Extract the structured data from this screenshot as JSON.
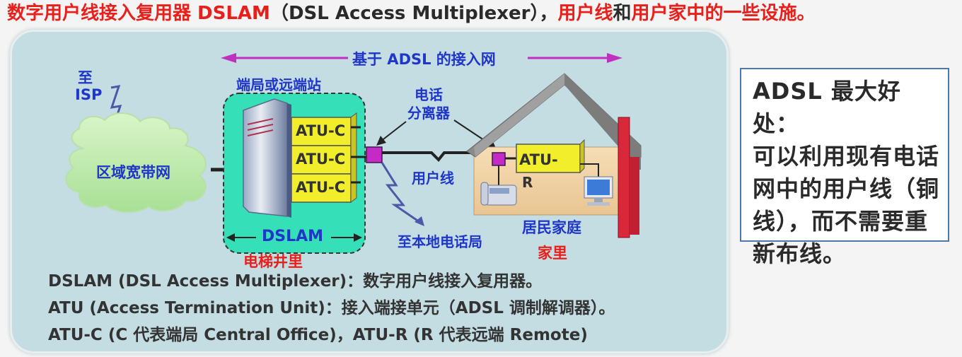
{
  "title": {
    "part1": "数字用户线接入复用器 DSLAM",
    "part2": "（DSL Access Multiplexer），",
    "part3": "用户线",
    "part4": "和",
    "part5": "用户家中的一些设施。"
  },
  "diagram": {
    "arrow_label": "基于 ADSL 的接入网",
    "isp_line1": "至",
    "isp_line2": "ISP",
    "cloud_label": "区域宽带网",
    "office_label": "端局或远端站",
    "atu_c_labels": [
      "ATU-C",
      "ATU-C",
      "ATU-C"
    ],
    "dslam_label": "DSLAM",
    "splitter_label_line1": "电话",
    "splitter_label_line2": "分离器",
    "user_line_label": "用户线",
    "local_office_label": "至本地电话局",
    "atu_r_line1": "ATU-",
    "atu_r_line2": "R",
    "home_label": "居民家庭",
    "annotation_elevator": "电梯井里",
    "annotation_home": "家里",
    "colors": {
      "arrow": "#c030c0",
      "atu_box": "#f2ee2c",
      "dslam_region": "#35e0b8",
      "label_blue": "#1f36c8",
      "annotation_red": "#e8201c"
    }
  },
  "definitions": [
    "DSLAM (DSL Access Multiplexer)：数字用户线接入复用器。",
    "ATU (Access Termination Unit)：接入端接单元（ADSL 调制解调器）。",
    "ATU-C (C 代表端局 Central Office)，ATU-R (R 代表远端 Remote)"
  ],
  "sidebox": {
    "lines": [
      "ADSL 最大好处：",
      "可以利用现有电话",
      "网中的用户线（铜",
      "线），而不需要重",
      "新布线。"
    ]
  }
}
